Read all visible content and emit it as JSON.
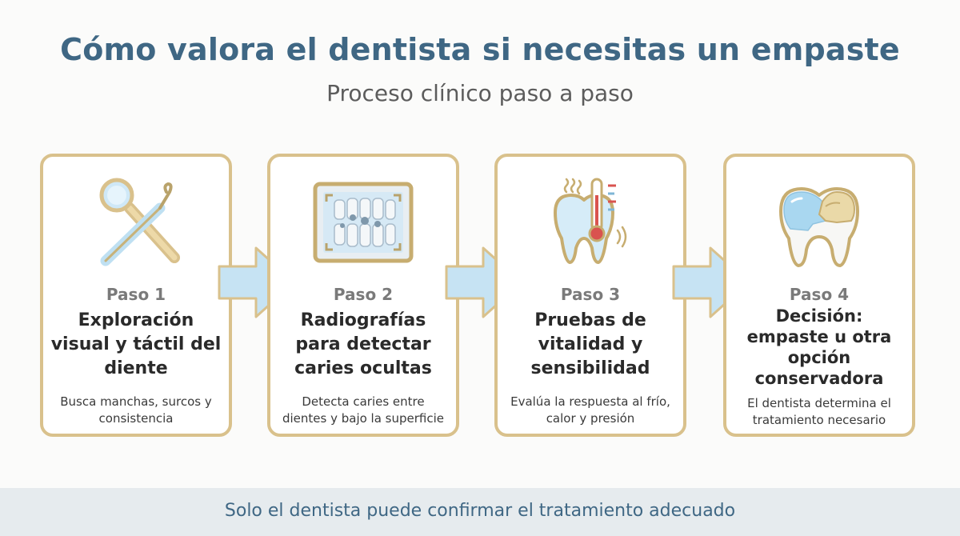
{
  "header": {
    "title": "Cómo valora el dentista si necesitas un empaste",
    "subtitle": "Proceso clínico paso a paso"
  },
  "steps": [
    {
      "step": "Paso 1",
      "heading": "Exploración visual y táctil del diente",
      "description": "Busca manchas, surcos y consistencia",
      "icon": "mirror-probe-icon"
    },
    {
      "step": "Paso 2",
      "heading": "Radiografías para detectar caries ocultas",
      "description": "Detecta caries entre dientes y bajo la superficie",
      "icon": "xray-icon"
    },
    {
      "step": "Paso 3",
      "heading": "Pruebas de vitalidad y sensibilidad",
      "description": "Evalúa la respuesta al frío, calor y presión",
      "icon": "tooth-thermometer-icon"
    },
    {
      "step": "Paso 4",
      "heading": "Decisión: empaste u otra opción conservadora",
      "description": "El dentista determina el tratamiento necesario",
      "icon": "filled-tooth-icon"
    }
  ],
  "footer": {
    "note": "Solo el dentista puede confirmar el tratamiento adecuado"
  },
  "colors": {
    "title": "#3f6784",
    "card_border": "#d9c18c",
    "arrow": "#c6e3f3",
    "footer_bg": "#e6ebee"
  }
}
